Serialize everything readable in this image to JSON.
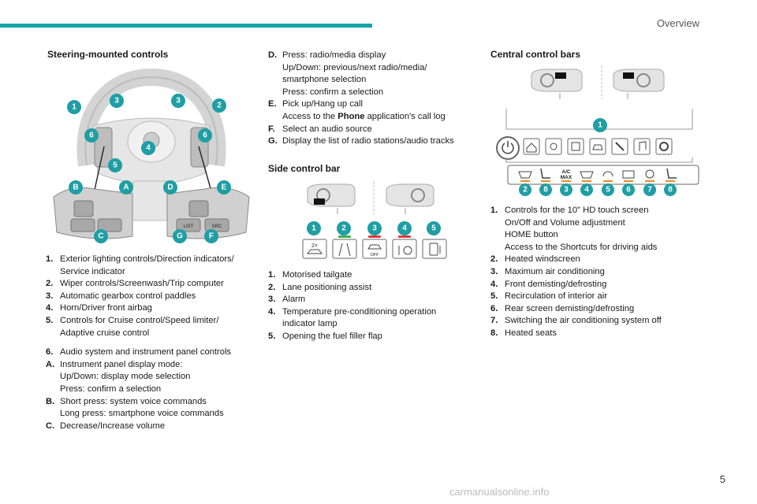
{
  "header": {
    "section": "Overview",
    "page_number": "5"
  },
  "watermark": "carmanualsonline.info",
  "steering": {
    "title": "Steering-mounted controls",
    "badges": [
      "1",
      "2",
      "3",
      "3",
      "4",
      "5",
      "6",
      "6",
      "A",
      "B",
      "C",
      "D",
      "E",
      "F",
      "G"
    ],
    "button_labels": [
      "LIST",
      "SRC"
    ]
  },
  "steering_list": [
    {
      "label": "1.",
      "lines": [
        "Exterior lighting controls/Direction indicators/",
        "Service indicator"
      ]
    },
    {
      "label": "2.",
      "lines": [
        "Wiper controls/Screenwash/Trip computer"
      ]
    },
    {
      "label": "3.",
      "lines": [
        "Automatic gearbox control paddles"
      ]
    },
    {
      "label": "4.",
      "lines": [
        "Horn/Driver front airbag"
      ]
    },
    {
      "label": "5.",
      "lines": [
        "Controls for Cruise control/Speed limiter/",
        "Adaptive cruise control"
      ]
    },
    {
      "label": "6.",
      "lines": [
        "Audio system and instrument panel controls"
      ]
    },
    {
      "label": "A.",
      "lines": [
        "Instrument panel display mode:",
        "Up/Down: display mode selection",
        "Press: confirm a selection"
      ]
    },
    {
      "label": "B.",
      "lines": [
        "Short press: system voice commands",
        "Long press: smartphone voice commands"
      ]
    },
    {
      "label": "C.",
      "lines": [
        "Decrease/Increase volume"
      ]
    }
  ],
  "steering_list_2": [
    {
      "label": "D.",
      "lines": [
        "Press: radio/media display",
        "Up/Down: previous/next radio/media/",
        "smartphone selection",
        "Press: confirm a selection"
      ]
    },
    {
      "label": "E.",
      "lines": [
        "Pick up/Hang up call"
      ],
      "extra": {
        "prefix": "Access to the ",
        "bold": "Phone",
        "suffix": " application's call log"
      }
    },
    {
      "label": "F.",
      "lines": [
        "Select an audio source"
      ]
    },
    {
      "label": "G.",
      "lines": [
        "Display the list of radio stations/audio tracks"
      ]
    }
  ],
  "side": {
    "title": "Side control bar",
    "badges": [
      "1",
      "2",
      "3",
      "4",
      "5"
    ],
    "alarm_label": "OFF",
    "tailgate_label": "2×"
  },
  "side_list": [
    {
      "label": "1.",
      "lines": [
        "Motorised tailgate"
      ]
    },
    {
      "label": "2.",
      "lines": [
        "Lane positioning assist"
      ]
    },
    {
      "label": "3.",
      "lines": [
        "Alarm"
      ]
    },
    {
      "label": "4.",
      "lines": [
        "Temperature pre-conditioning operation",
        "indicator lamp"
      ]
    },
    {
      "label": "5.",
      "lines": [
        "Opening the fuel filler flap"
      ]
    }
  ],
  "central": {
    "title": "Central control bars",
    "badges": [
      "1",
      "2",
      "8",
      "3",
      "4",
      "5",
      "6",
      "7",
      "8"
    ],
    "ac_label": "A/C MAX"
  },
  "central_list": [
    {
      "label": "1.",
      "lines": [
        "Controls for the 10\" HD touch screen",
        "On/Off and Volume adjustment",
        "HOME button",
        "Access to the Shortcuts for driving aids"
      ]
    },
    {
      "label": "2.",
      "lines": [
        "Heated windscreen"
      ]
    },
    {
      "label": "3.",
      "lines": [
        "Maximum air conditioning"
      ]
    },
    {
      "label": "4.",
      "lines": [
        "Front demisting/defrosting"
      ]
    },
    {
      "label": "5.",
      "lines": [
        "Recirculation of interior air"
      ]
    },
    {
      "label": "6.",
      "lines": [
        "Rear screen demisting/defrosting"
      ]
    },
    {
      "label": "7.",
      "lines": [
        "Switching the air conditioning system off"
      ]
    },
    {
      "label": "8.",
      "lines": [
        "Heated seats"
      ]
    }
  ],
  "colors": {
    "accent": "#17a3a8",
    "badge": "#1f9ea3",
    "badge_alt": "#3fa5d8",
    "orange": "#f08a1c",
    "green": "#3cb44b",
    "red": "#e03a3a"
  }
}
